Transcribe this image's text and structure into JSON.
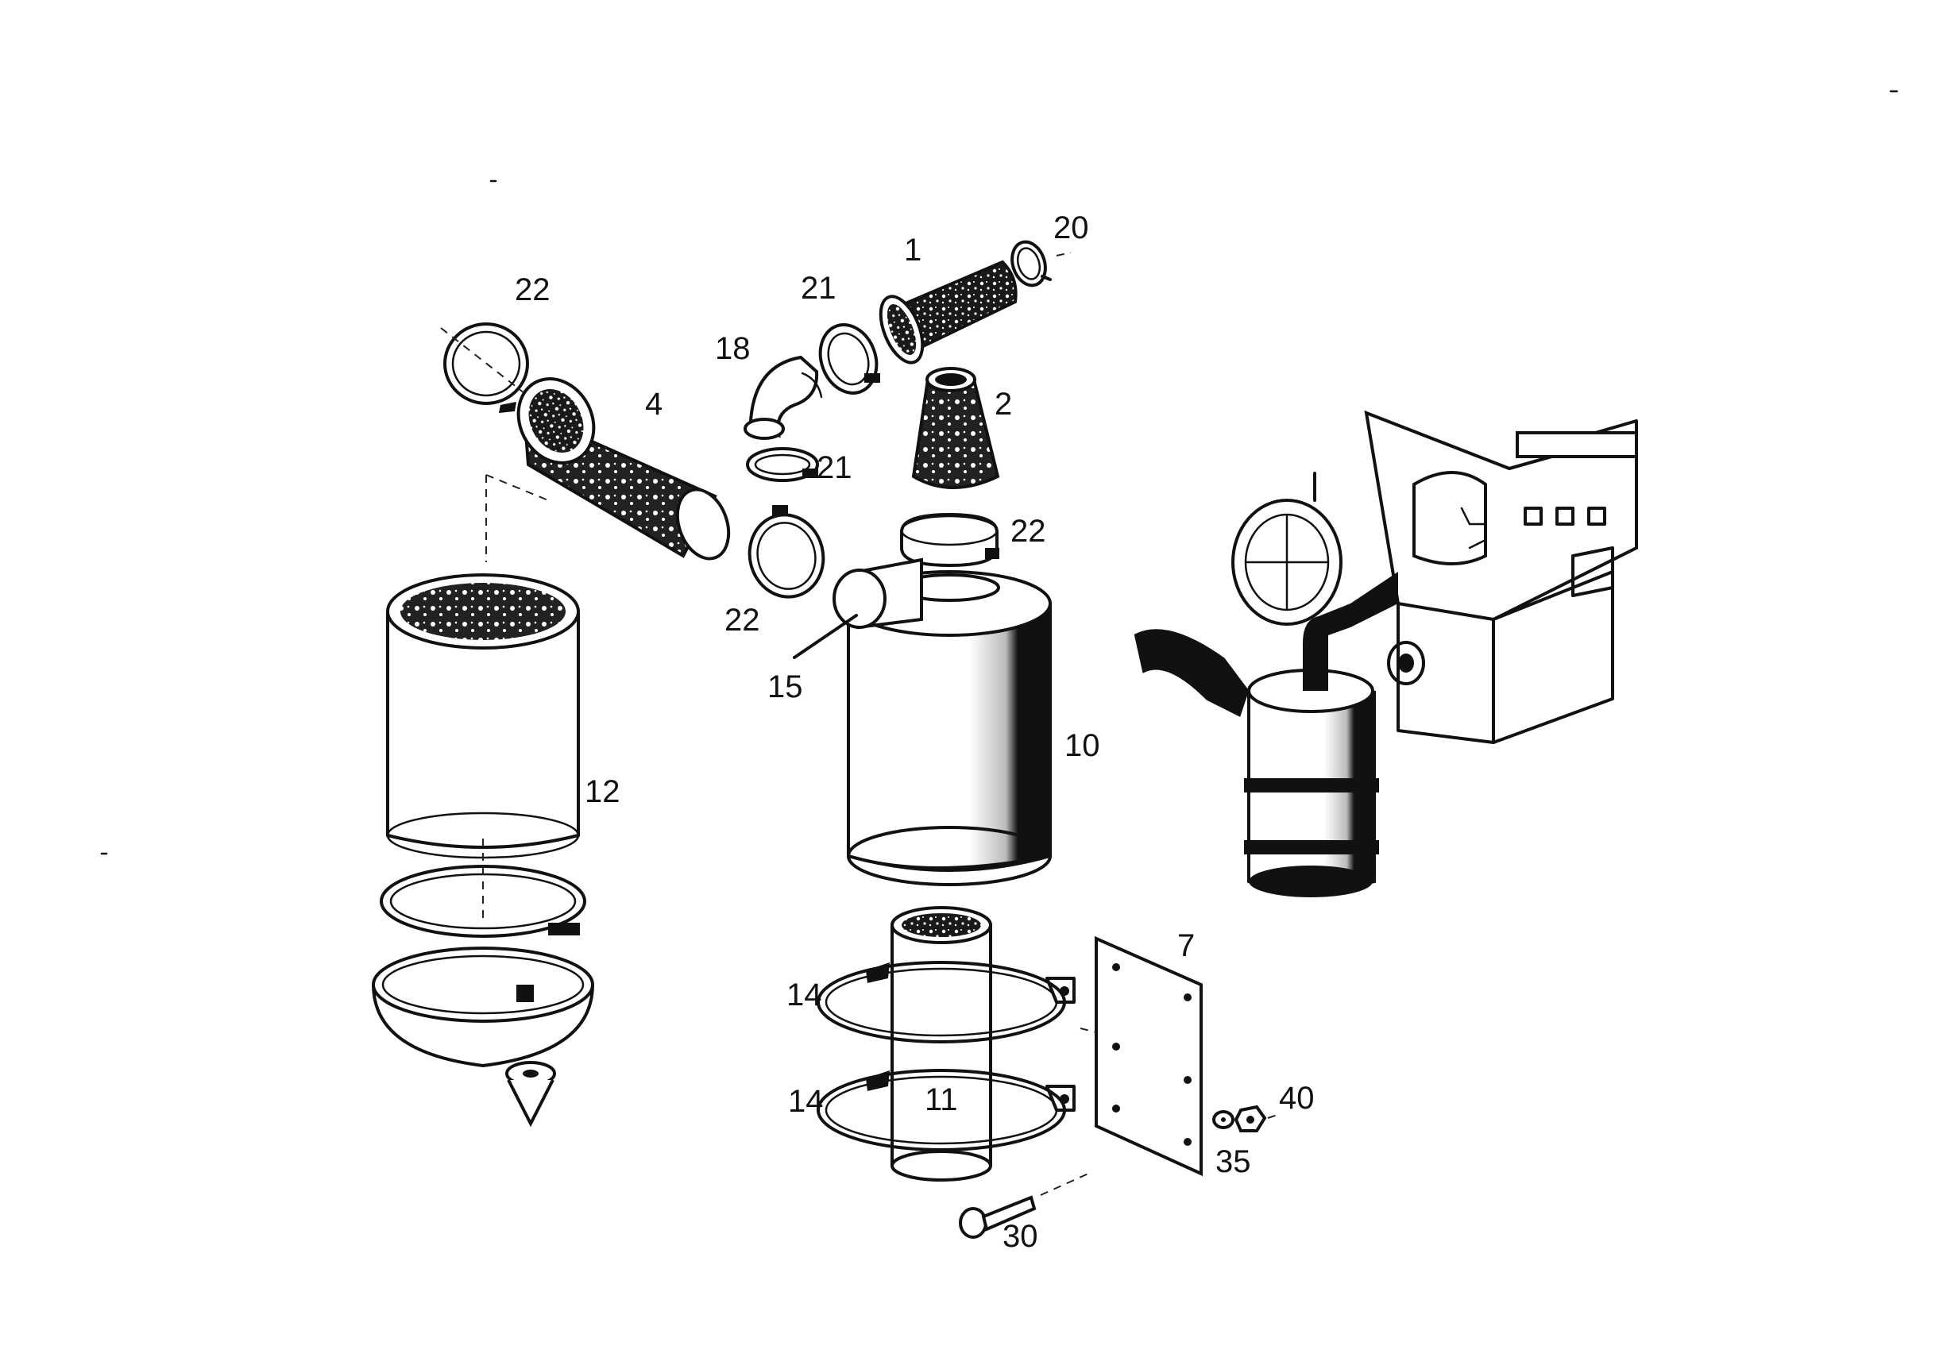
{
  "diagram": {
    "callouts": [
      {
        "id": "c1",
        "text": "1"
      },
      {
        "id": "c20",
        "text": "20"
      },
      {
        "id": "c21a",
        "text": "21"
      },
      {
        "id": "c22a",
        "text": "22"
      },
      {
        "id": "c18",
        "text": "18"
      },
      {
        "id": "c4",
        "text": "4"
      },
      {
        "id": "c2",
        "text": "2"
      },
      {
        "id": "c21b",
        "text": "21"
      },
      {
        "id": "c22b",
        "text": "22"
      },
      {
        "id": "c22c",
        "text": "22"
      },
      {
        "id": "c15",
        "text": "15"
      },
      {
        "id": "c10",
        "text": "10"
      },
      {
        "id": "c12",
        "text": "12"
      },
      {
        "id": "c7",
        "text": "7"
      },
      {
        "id": "c14a",
        "text": "14"
      },
      {
        "id": "c14b",
        "text": "14"
      },
      {
        "id": "c11",
        "text": "11"
      },
      {
        "id": "c40",
        "text": "40"
      },
      {
        "id": "c35",
        "text": "35"
      },
      {
        "id": "c30",
        "text": "30"
      }
    ],
    "parts": [
      "intake-hose",
      "hose-clamp",
      "elbow-hose",
      "intake-cone",
      "large-hose",
      "air-filter-housing",
      "inlet-stub",
      "filter-element",
      "retaining-band",
      "dust-cup",
      "dust-valve",
      "mounting-bracket",
      "mounting-plate",
      "washer",
      "nut",
      "bolt",
      "engine-assembly"
    ]
  }
}
